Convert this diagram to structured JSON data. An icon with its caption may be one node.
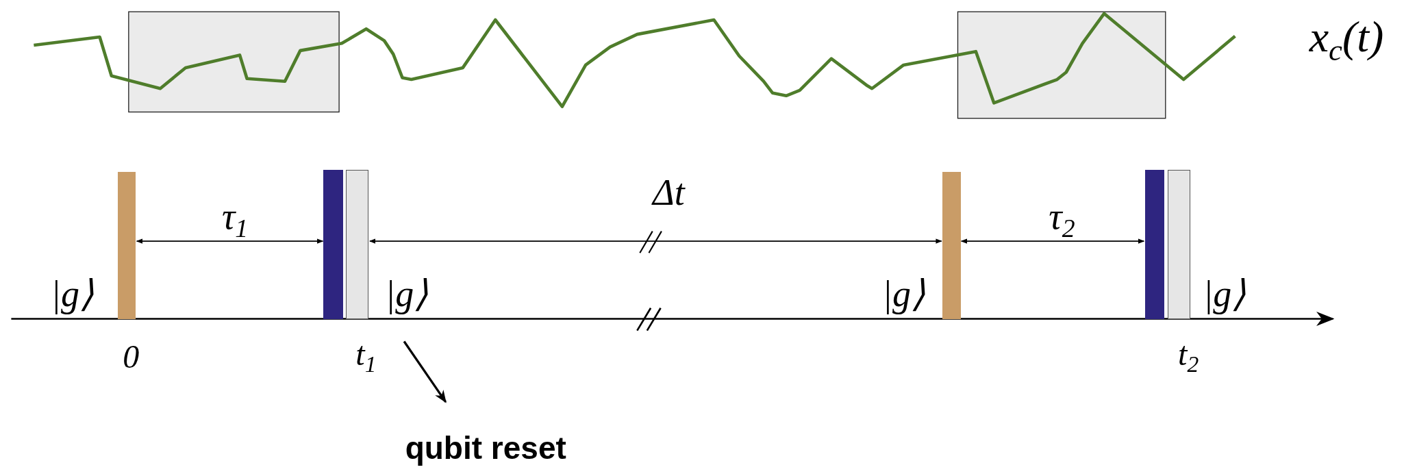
{
  "diagram": {
    "nodes": [
      {
        "text": [],
        "shape": "bar"
      },
      {
        "text": [],
        "shape": "bar"
      },
      {
        "text": [],
        "shape": "bar"
      },
      {
        "text": [],
        "shape": "bar"
      },
      {
        "text": [],
        "shape": "bar"
      },
      {
        "text": [],
        "shape": "bar"
      },
      {
        "text": [
          "qubit reset"
        ]
      }
    ],
    "edges": [
      {
        "from": 0,
        "to": 1,
        "arrow": "both",
        "label": "τ$_{1}$"
      },
      {
        "from": 2,
        "to": 3,
        "arrow": "both",
        "label": "Δt"
      },
      {
        "from": 3,
        "to": 4,
        "arrow": "both",
        "label": "τ$_{2}$"
      },
      {
        "from": null,
        "to": 6,
        "arrow": "to"
      }
    ],
    "labels": [
      "x$_{c}$(t)",
      "|g⟩",
      "|g⟩",
      "|g⟩",
      "|g⟩",
      "0",
      "t$_{1}$",
      "t$_{2}$"
    ]
  }
}
